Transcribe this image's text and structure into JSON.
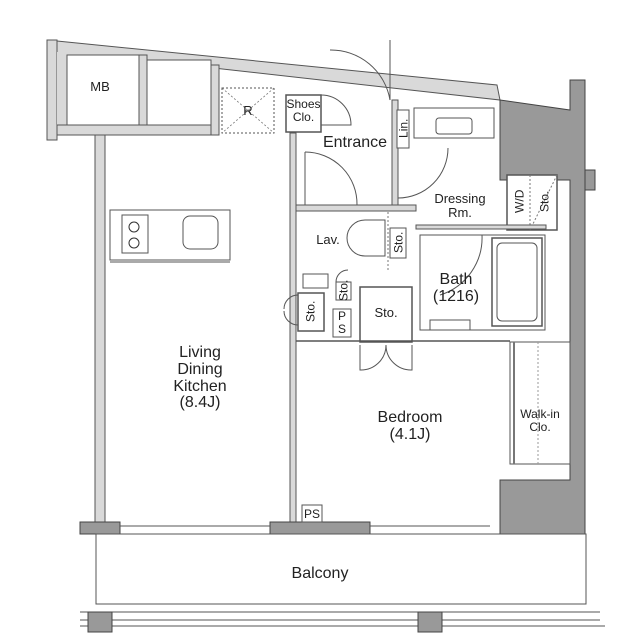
{
  "plan": {
    "colors": {
      "wall_fill": "#d9d9d9",
      "structure_fill": "#999999",
      "line": "#555555",
      "background": "#ffffff"
    },
    "rooms": {
      "mb": "MB",
      "r": "R",
      "shoes": "Shoes\nClo.",
      "entrance": "Entrance",
      "lin": "Lin.",
      "dressing": "Dressing\nRm.",
      "wd": "W/D",
      "wd_sto": "Sto.",
      "lav": "Lav.",
      "lav_sto": "Sto.",
      "small_sto": "Sto.",
      "left_sto": "Sto.",
      "ps_upper": "P\nS",
      "hall_sto": "Sto.",
      "bath": "Bath\n(1216)",
      "ldk": "Living\nDining\nKitchen\n(8.4J)",
      "bedroom": "Bedroom\n(4.1J)",
      "walkin": "Walk-in\nClo.",
      "ps_lower": "PS",
      "balcony": "Balcony"
    }
  }
}
